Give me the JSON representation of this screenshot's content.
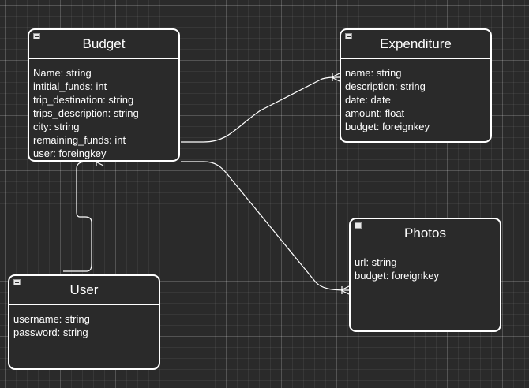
{
  "entities": {
    "budget": {
      "title": "Budget",
      "fields": [
        "Name: string",
        "intitial_funds: int",
        "trip_destination: string",
        "trips_description: string",
        "city: string",
        "remaining_funds: int",
        "user: foreingkey"
      ]
    },
    "expenditure": {
      "title": "Expenditure",
      "fields": [
        "name: string",
        "description: string",
        "date: date",
        "amount: float",
        "budget: foreignkey"
      ]
    },
    "photos": {
      "title": "Photos",
      "fields": [
        "url: string",
        "budget: foreignkey"
      ]
    },
    "user": {
      "title": "User",
      "fields": [
        "username: string",
        "password: string"
      ]
    }
  },
  "relations": [
    {
      "from": "budget",
      "to": "expenditure",
      "end": "many"
    },
    {
      "from": "budget",
      "to": "photos",
      "end": "many"
    },
    {
      "from": "user",
      "to": "budget",
      "end": "many"
    }
  ],
  "colors": {
    "background": "#2a2a2a",
    "stroke": "#ffffff",
    "text": "#ffffff"
  }
}
